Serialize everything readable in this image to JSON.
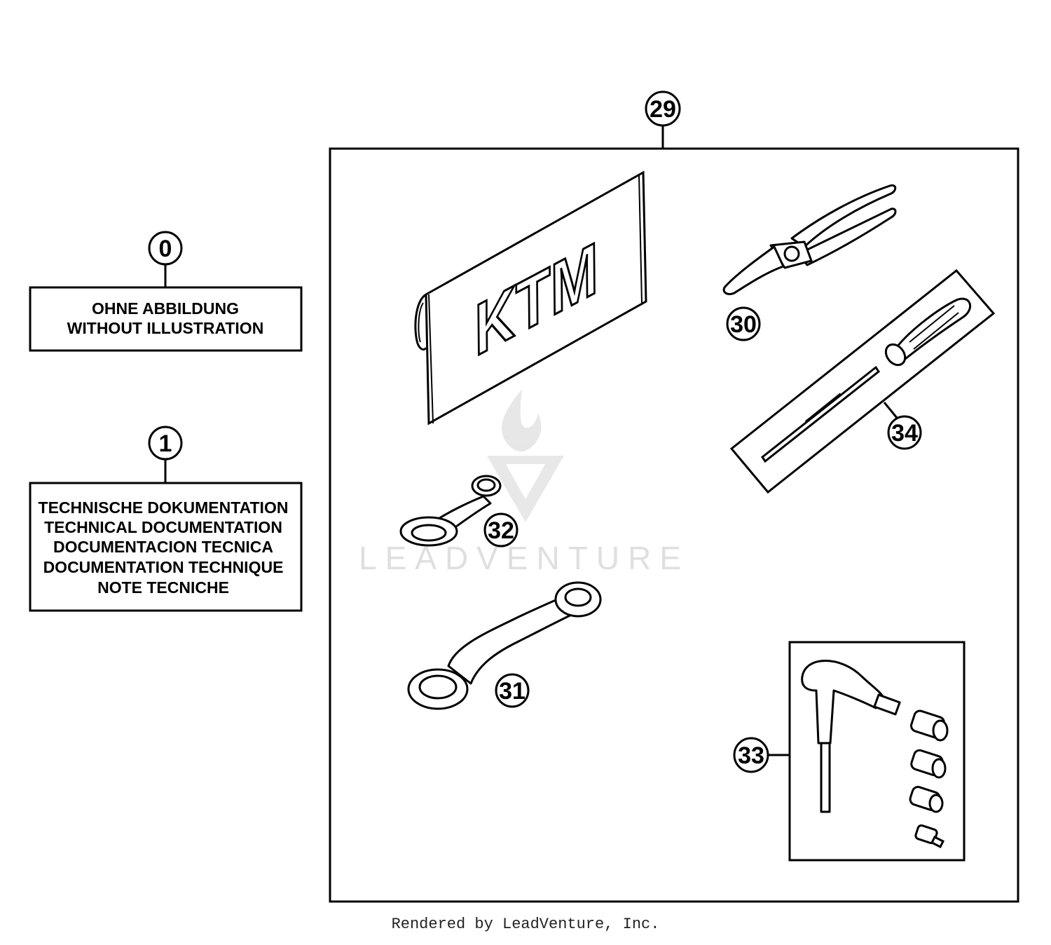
{
  "callouts": {
    "c0": "0",
    "c1": "1",
    "c29": "29",
    "c30": "30",
    "c31": "31",
    "c32": "32",
    "c33": "33",
    "c34": "34"
  },
  "label_boxes": {
    "box0": [
      "OHNE ABBILDUNG",
      "WITHOUT ILLUSTRATION"
    ],
    "box1": [
      "TECHNISCHE DOKUMENTATION",
      "TECHNICAL DOCUMENTATION",
      "DOCUMENTACION TECNICA",
      "DOCUMENTATION TECHNIQUE",
      "NOTE TECNICHE"
    ]
  },
  "tool_bag_logo": "KTM",
  "watermark": "LEADVENTURE",
  "footer": "Rendered by LeadVenture, Inc."
}
